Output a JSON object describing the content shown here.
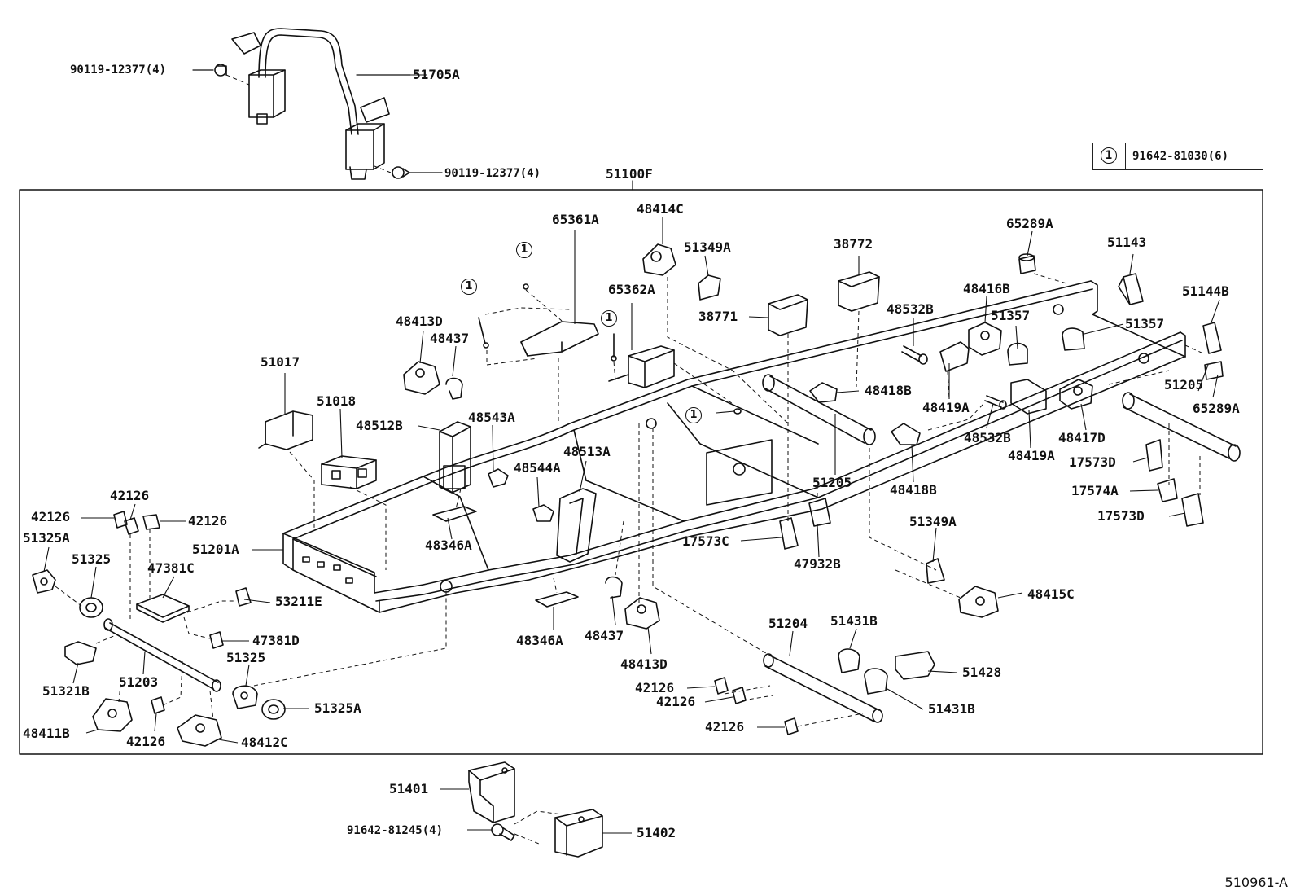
{
  "legend": {
    "symbol": "1",
    "part": "91642-81030(6)"
  },
  "footer": {
    "code": "510961-A"
  },
  "ref_symbol": "1",
  "labels": {
    "p90119_top": "90119-12377(4)",
    "p51705A": "51705A",
    "p90119_mid": "90119-12377(4)",
    "p51100F": "51100F",
    "p65361A": "65361A",
    "p48414C": "48414C",
    "p51349A_top": "51349A",
    "p38772": "38772",
    "p65289A_top": "65289A",
    "p51143": "51143",
    "p65362A": "65362A",
    "p38771": "38771",
    "p48416B": "48416B",
    "p51144B": "51144B",
    "p48532B_top": "48532B",
    "p51357_a": "51357",
    "p51357_b": "51357",
    "p48413D_top": "48413D",
    "p48437_top": "48437",
    "p51017": "51017",
    "p48418B_top": "48418B",
    "p48419A_a": "48419A",
    "p51205_r": "51205",
    "p65289A_r": "65289A",
    "p51018": "51018",
    "p48512B": "48512B",
    "p48543A": "48543A",
    "p48532B_mid": "48532B",
    "p48417D": "48417D",
    "p48513A": "48513A",
    "p48419A_b": "48419A",
    "p17573D_a": "17573D",
    "p48544A": "48544A",
    "p51205_m": "51205",
    "p48418B_mid": "48418B",
    "p17574A": "17574A",
    "p42126_a": "42126",
    "p42126_b": "42126",
    "p42126_c": "42126",
    "p17573D_b": "17573D",
    "p51325A_a": "51325A",
    "p51349A_mid": "51349A",
    "p51201A": "51201A",
    "p17573C": "17573C",
    "p48346A_a": "48346A",
    "p51325": "51325",
    "p47932B": "47932B",
    "p47381C": "47381C",
    "p48415C": "48415C",
    "p53211E": "53211E",
    "p51204": "51204",
    "p51431B_a": "51431B",
    "p48437_bot": "48437",
    "p48346A_b": "48346A",
    "p47381D": "47381D",
    "p51325_b": "51325",
    "p48413D_bot": "48413D",
    "p51428": "51428",
    "p42126_d": "42126",
    "p51321B": "51321B",
    "p51203": "51203",
    "p42126_e": "42126",
    "p51325A_b": "51325A",
    "p51431B_b": "51431B",
    "p48411B": "48411B",
    "p42126_f": "42126",
    "p48412C": "48412C",
    "p42126_g": "42126",
    "p51401": "51401",
    "p91642": "91642-81245(4)",
    "p51402": "51402"
  }
}
